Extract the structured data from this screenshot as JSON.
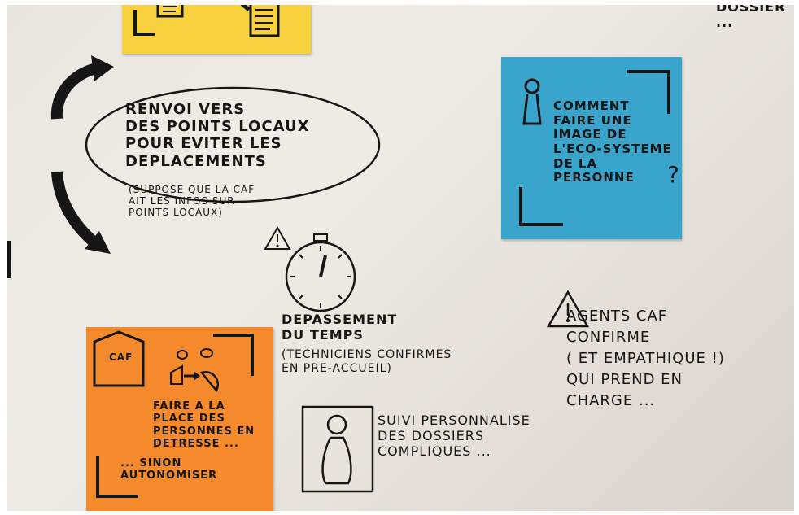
{
  "notes": {
    "top_right": "DOSSIER ...",
    "referral": {
      "text": "RENVOI VERS\nDES POINTS LOCAUX\nPOUR EVITER LES\nDEPLACEMENTS",
      "subtext": "(SUPPOSE QUE LA CAF\nAIT LES INFOS SUR\nPOINTS LOCAUX)"
    },
    "blue_postit": "COMMENT\nFAIRE UNE\nIMAGE DE\nL'ECO-SYSTEME\nDE LA PERSONNE",
    "blue_question": "?",
    "time": {
      "text": "DEPASSEMENT\nDU TEMPS",
      "subtext": "(TECHNICIENS CONFIRMES\nEN PRE-ACCUEIL)"
    },
    "orange_postit": {
      "badge": "CAF",
      "text": "FAIRE A LA\nPLACE DES\nPERSONNES EN\nDETRESSE ...",
      "subtext": "... SINON\nAUTONOMISER"
    },
    "agents": {
      "text": "AGENTS CAF\nCONFIRME\n( ET EMPATHIQUE !)\nQUI PREND EN\nCHARGE ..."
    },
    "follow_up": "SUIVI PERSONNALISE\nDES DOSSIERS\nCOMPLIQUES ..."
  },
  "colors": {
    "yellow": "#f7d23e",
    "blue": "#3aa5cc",
    "orange": "#f58a2c",
    "ink": "#161616"
  }
}
